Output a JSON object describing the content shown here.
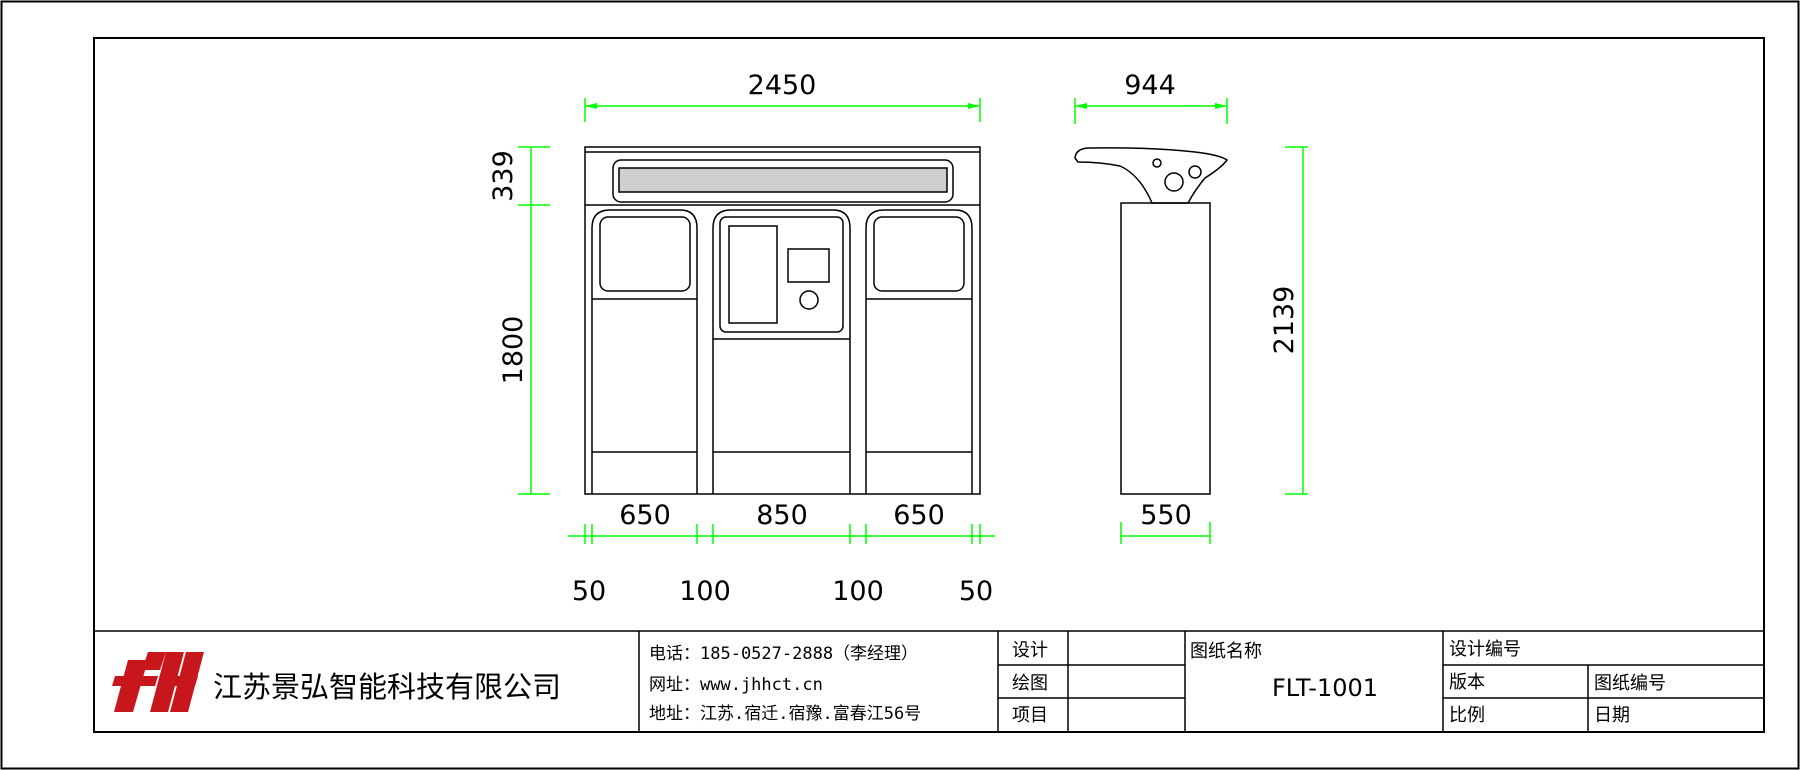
{
  "front_view": {
    "width_total": "2450",
    "heights": {
      "top": "339",
      "body": "1800"
    },
    "bay_widths": {
      "left": "650",
      "middle": "850",
      "right": "650"
    },
    "gaps": {
      "outer_left": "50",
      "inner_left": "100",
      "inner_right": "100",
      "outer_right": "50"
    }
  },
  "side_view": {
    "depth_top": "944",
    "height_total": "2139",
    "base_depth": "550"
  },
  "colors": {
    "dimension_line": "#00ff00",
    "outline": "#000000",
    "logo_red": "#c8161d"
  },
  "title_block": {
    "company": "江苏景弘智能科技有限公司",
    "phone": "电话：185-0527-2888（李经理）",
    "website": "网址：www.jhhct.cn",
    "address": "地址：江苏.宿迁.宿豫.富春江56号",
    "design_label": "设计",
    "drawing_label": "绘图",
    "project_label": "项目",
    "drawing_name_label": "图纸名称",
    "drawing_name_value": "FLT-1001",
    "design_code_label": "设计编号",
    "version_label": "版本",
    "drawing_no_label": "图纸编号",
    "scale_label": "比例",
    "date_label": "日期"
  }
}
